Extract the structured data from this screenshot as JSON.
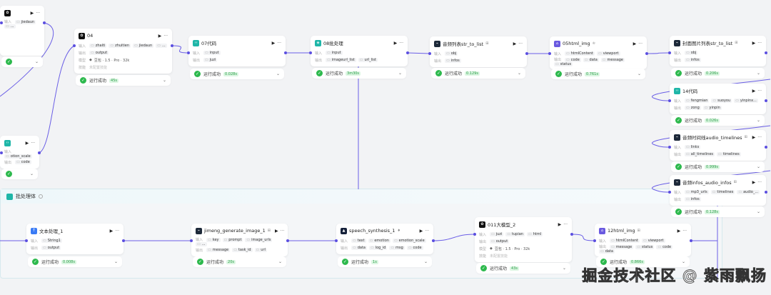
{
  "labels": {
    "input": "输入",
    "output": "输出",
    "model": "模型",
    "skill": "技能",
    "status": "运行成功"
  },
  "batch_body": {
    "title": "批处理体"
  },
  "watermark": "掘金技术社区 @ 紫雨飘扬",
  "colors": {
    "accent": "#5b4fe0",
    "success": "#2db94d",
    "llm_icon": "#111111",
    "code_icon": "#1fb6a8",
    "plugin_icon": "#1e2a3a",
    "html_icon": "#6a5ae0",
    "text_icon": "#3a7bf5"
  },
  "nodes": [
    {
      "id": "partial-top",
      "title": "",
      "icon": "llm-icon",
      "inputs": [
        "jiedaun",
        "..."
      ],
      "outputs": [],
      "time": ""
    },
    {
      "id": "n04",
      "title": "04",
      "icon": "llm-icon",
      "inputs": [
        "zhaiti",
        "zhuitien",
        "jiedaun",
        "..."
      ],
      "outputs": [
        "output"
      ],
      "model": "豆包 · 1.5 · Pro · 32k",
      "skill": "未配置技能",
      "time": "45s"
    },
    {
      "id": "n07",
      "title": "07代码",
      "icon": "code-icon",
      "inputs": [
        "input"
      ],
      "outputs": [
        "juzi"
      ],
      "time": "0.028s"
    },
    {
      "id": "n08",
      "title": "08批处理",
      "icon": "batch-icon",
      "inputs": [
        "input"
      ],
      "outputs": [
        "imageurl_list",
        "url_list"
      ],
      "time": "3m30s"
    },
    {
      "id": "audio-list",
      "title": "音频列表str_to_list",
      "icon": "plugin-icon",
      "badge": "⊞",
      "inputs": [
        "obj"
      ],
      "outputs": [
        "infos"
      ],
      "time": "0.129s"
    },
    {
      "id": "n05",
      "title": "05html_img",
      "icon": "html-icon",
      "badge": "♔",
      "inputs": [
        "htmlContent",
        "viewport"
      ],
      "outputs": [
        "code",
        "data",
        "message",
        "status"
      ],
      "time": "0.761s"
    },
    {
      "id": "cover-list",
      "title": "封面图片列表str_to_list",
      "icon": "plugin-icon",
      "badge": "⊞",
      "inputs": [
        "obj"
      ],
      "outputs": [
        "infos"
      ],
      "time": "0.206s"
    },
    {
      "id": "n14",
      "title": "14代码",
      "icon": "code-icon",
      "inputs": [
        "fengmian",
        "suoyou",
        "yinpinx..."
      ],
      "outputs": [
        "zong",
        "yinpin"
      ],
      "time": "0.026s"
    },
    {
      "id": "audio-timelines",
      "title": "音频时间线audio_timelines",
      "icon": "plugin-icon",
      "badge": "⊞",
      "inputs": [
        "links"
      ],
      "outputs": [
        "all_timelines",
        "timelines"
      ],
      "time": "0.999s"
    },
    {
      "id": "audio-infos",
      "title": "音频infos_audio_infos",
      "icon": "plugin-icon",
      "badge": "⊞",
      "inputs": [
        "mp3_urls",
        "timelines",
        "audio_..."
      ],
      "outputs": [
        "infos"
      ],
      "time": "0.128s"
    },
    {
      "id": "partial-left",
      "title": "",
      "icon": "code-icon",
      "inputs": [
        "otion_scale"
      ],
      "outputs": [
        "code"
      ],
      "time": ""
    },
    {
      "id": "text-1",
      "title": "文本处理_1",
      "icon": "text-icon",
      "inputs": [
        "String1"
      ],
      "outputs": [
        "output"
      ],
      "time": "0.008s"
    },
    {
      "id": "jimeng",
      "title": "jimeng_generate_image_1",
      "icon": "plugin-icon",
      "badge": "⊞",
      "inputs": [
        "key",
        "prompt",
        "image_urls",
        "..."
      ],
      "outputs": [
        "message",
        "task_id",
        "url"
      ],
      "time": "20s"
    },
    {
      "id": "speech",
      "title": "speech_synthesis_1",
      "icon": "speech-icon",
      "badge": "♦",
      "inputs": [
        "text",
        "emotion",
        "emotion_scale"
      ],
      "outputs": [
        "data",
        "log_id",
        "msg",
        "code"
      ],
      "time": "1s"
    },
    {
      "id": "n011",
      "title": "011大模型_2",
      "icon": "llm-icon",
      "inputs": [
        "juzi",
        "tupian",
        "html"
      ],
      "outputs": [
        "output"
      ],
      "model": "豆包 · 1.5 · Pro · 32k",
      "skill": "未配置技能",
      "time": "43s"
    },
    {
      "id": "n12",
      "title": "12html_img",
      "icon": "html-icon",
      "badge": "⊞",
      "inputs": [
        "htmlContent",
        "viewport"
      ],
      "outputs": [
        "message",
        "status",
        "code",
        "data"
      ],
      "time": "0.866s"
    }
  ]
}
